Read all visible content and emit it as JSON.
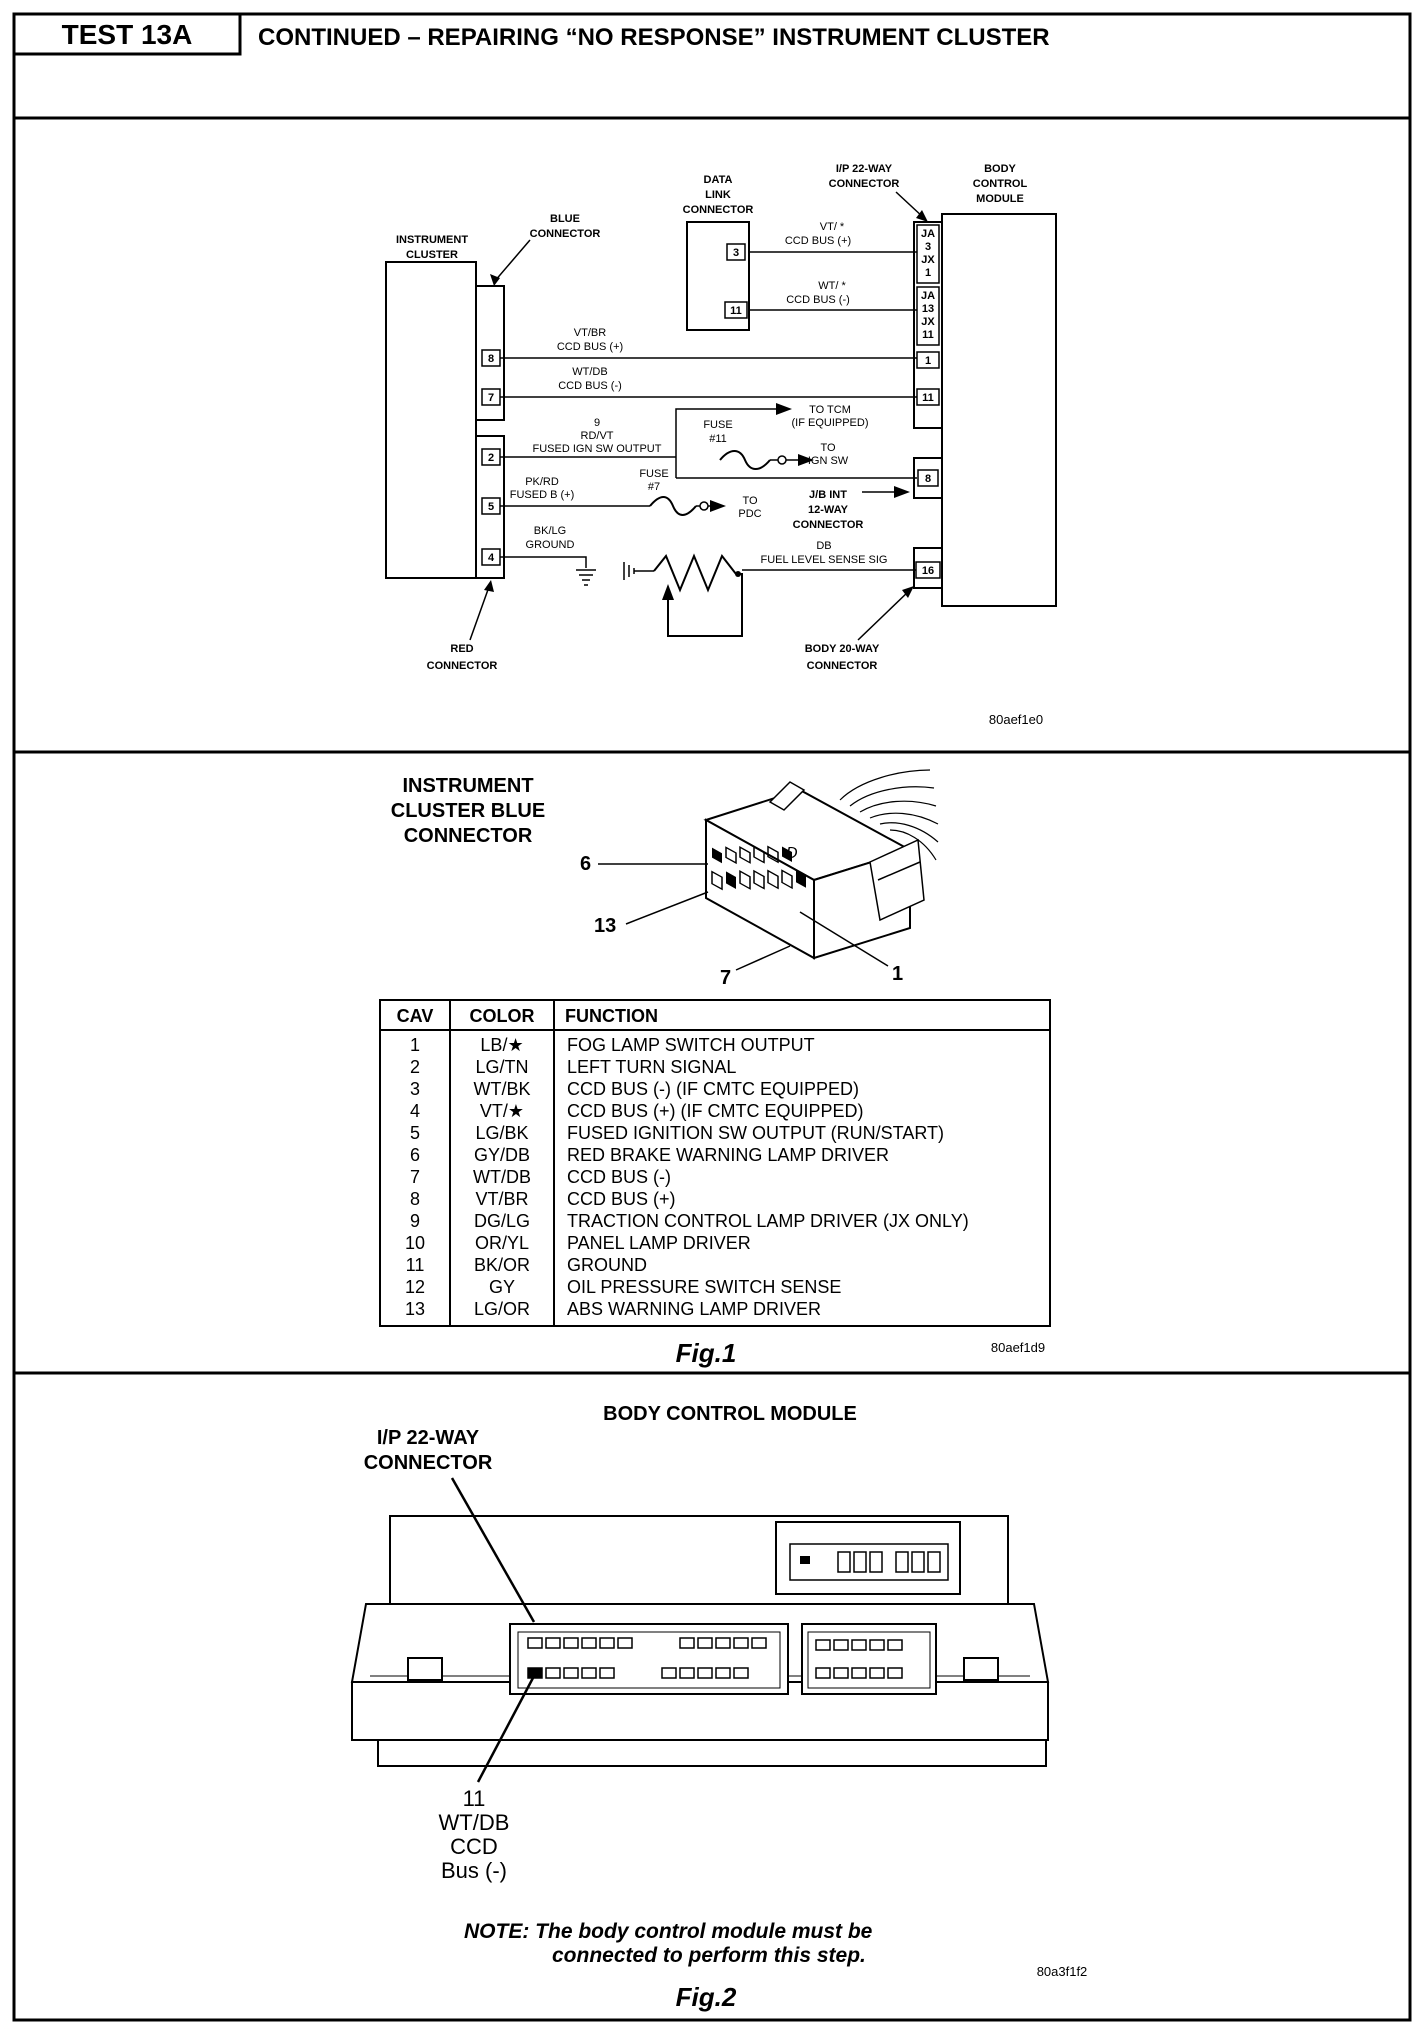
{
  "header": {
    "test_id": "TEST 13A",
    "title": "CONTINUED – REPAIRING “NO RESPONSE” INSTRUMENT CLUSTER"
  },
  "schematic": {
    "instrument_cluster": [
      "INSTRUMENT",
      "CLUSTER"
    ],
    "blue_connector": [
      "BLUE",
      "CONNECTOR"
    ],
    "red_connector": [
      "RED",
      "CONNECTOR"
    ],
    "data_link_connector": [
      "DATA",
      "LINK",
      "CONNECTOR"
    ],
    "ip_22way_connector": [
      "I/P 22-WAY",
      "CONNECTOR"
    ],
    "body_control_module": [
      "BODY",
      "CONTROL",
      "MODULE"
    ],
    "dlc_pins": [
      "3",
      "11"
    ],
    "cluster_pins": [
      "8",
      "7",
      "2",
      "5",
      "4"
    ],
    "bcm_pins": {
      "ja3": [
        "JA",
        "3",
        "JX",
        "1"
      ],
      "ja13": [
        "JA",
        "13",
        "JX",
        "11"
      ],
      "p1": "1",
      "p11": "11",
      "p8": "8",
      "p16": "16"
    },
    "wires": {
      "vt_line": [
        "VT/ *",
        "CCD BUS (+)"
      ],
      "wt_line": [
        "WT/ *",
        "CCD BUS (-)"
      ],
      "vtbr": [
        "VT/BR",
        "CCD BUS (+)"
      ],
      "wtdb": [
        "WT/DB",
        "CCD BUS (-)"
      ],
      "to_tcm": [
        "TO TCM",
        "(IF EQUIPPED)"
      ],
      "fuse11": [
        "FUSE",
        "#11"
      ],
      "rdvt": [
        "9",
        "RD/VT",
        "FUSED IGN SW OUTPUT"
      ],
      "to_ign": [
        "TO",
        "IGN SW"
      ],
      "fuse7": [
        "FUSE",
        "#7"
      ],
      "pkrd": [
        "PK/RD",
        "FUSED B (+)"
      ],
      "to_pdc": [
        "TO",
        "PDC"
      ],
      "jb_int": [
        "J/B INT",
        "12-WAY",
        "CONNECTOR"
      ],
      "bklg": [
        "BK/LG",
        "GROUND"
      ],
      "db": [
        "DB",
        "FUEL LEVEL SENSE SIG"
      ],
      "body_20way": [
        "BODY 20-WAY",
        "CONNECTOR"
      ]
    },
    "code": "80aef1e0"
  },
  "fig1": {
    "title": [
      "INSTRUMENT",
      "CLUSTER BLUE",
      "CONNECTOR"
    ],
    "callouts": [
      "6",
      "13",
      "7",
      "1"
    ],
    "table_headers": [
      "CAV",
      "COLOR",
      "FUNCTION"
    ],
    "rows": [
      {
        "cav": "1",
        "color": "LB/★",
        "function": "FOG LAMP SWITCH OUTPUT"
      },
      {
        "cav": "2",
        "color": "LG/TN",
        "function": "LEFT TURN SIGNAL"
      },
      {
        "cav": "3",
        "color": "WT/BK",
        "function": "CCD BUS (-) (IF CMTC EQUIPPED)"
      },
      {
        "cav": "4",
        "color": "VT/★",
        "function": "CCD BUS (+) (IF CMTC EQUIPPED)"
      },
      {
        "cav": "5",
        "color": "LG/BK",
        "function": "FUSED IGNITION SW OUTPUT (RUN/START)"
      },
      {
        "cav": "6",
        "color": "GY/DB",
        "function": "RED BRAKE WARNING LAMP DRIVER"
      },
      {
        "cav": "7",
        "color": "WT/DB",
        "function": "CCD BUS (-)"
      },
      {
        "cav": "8",
        "color": "VT/BR",
        "function": "CCD BUS (+)"
      },
      {
        "cav": "9",
        "color": "DG/LG",
        "function": "TRACTION CONTROL LAMP DRIVER (JX ONLY)"
      },
      {
        "cav": "10",
        "color": "OR/YL",
        "function": "PANEL LAMP DRIVER"
      },
      {
        "cav": "11",
        "color": "BK/OR",
        "function": "GROUND"
      },
      {
        "cav": "12",
        "color": "GY",
        "function": "OIL PRESSURE SWITCH SENSE"
      },
      {
        "cav": "13",
        "color": "LG/OR",
        "function": "ABS WARNING LAMP DRIVER"
      }
    ],
    "fig_label": "Fig.1",
    "code": "80aef1d9"
  },
  "fig2": {
    "title": "BODY CONTROL MODULE",
    "connector_label": [
      "I/P 22-WAY",
      "CONNECTOR"
    ],
    "pin_label": [
      "11",
      "WT/DB",
      "CCD",
      "Bus (-)"
    ],
    "note": [
      "NOTE: The body control module must be",
      "connected to perform this step."
    ],
    "fig_label": "Fig.2",
    "code": "80a3f1f2"
  }
}
